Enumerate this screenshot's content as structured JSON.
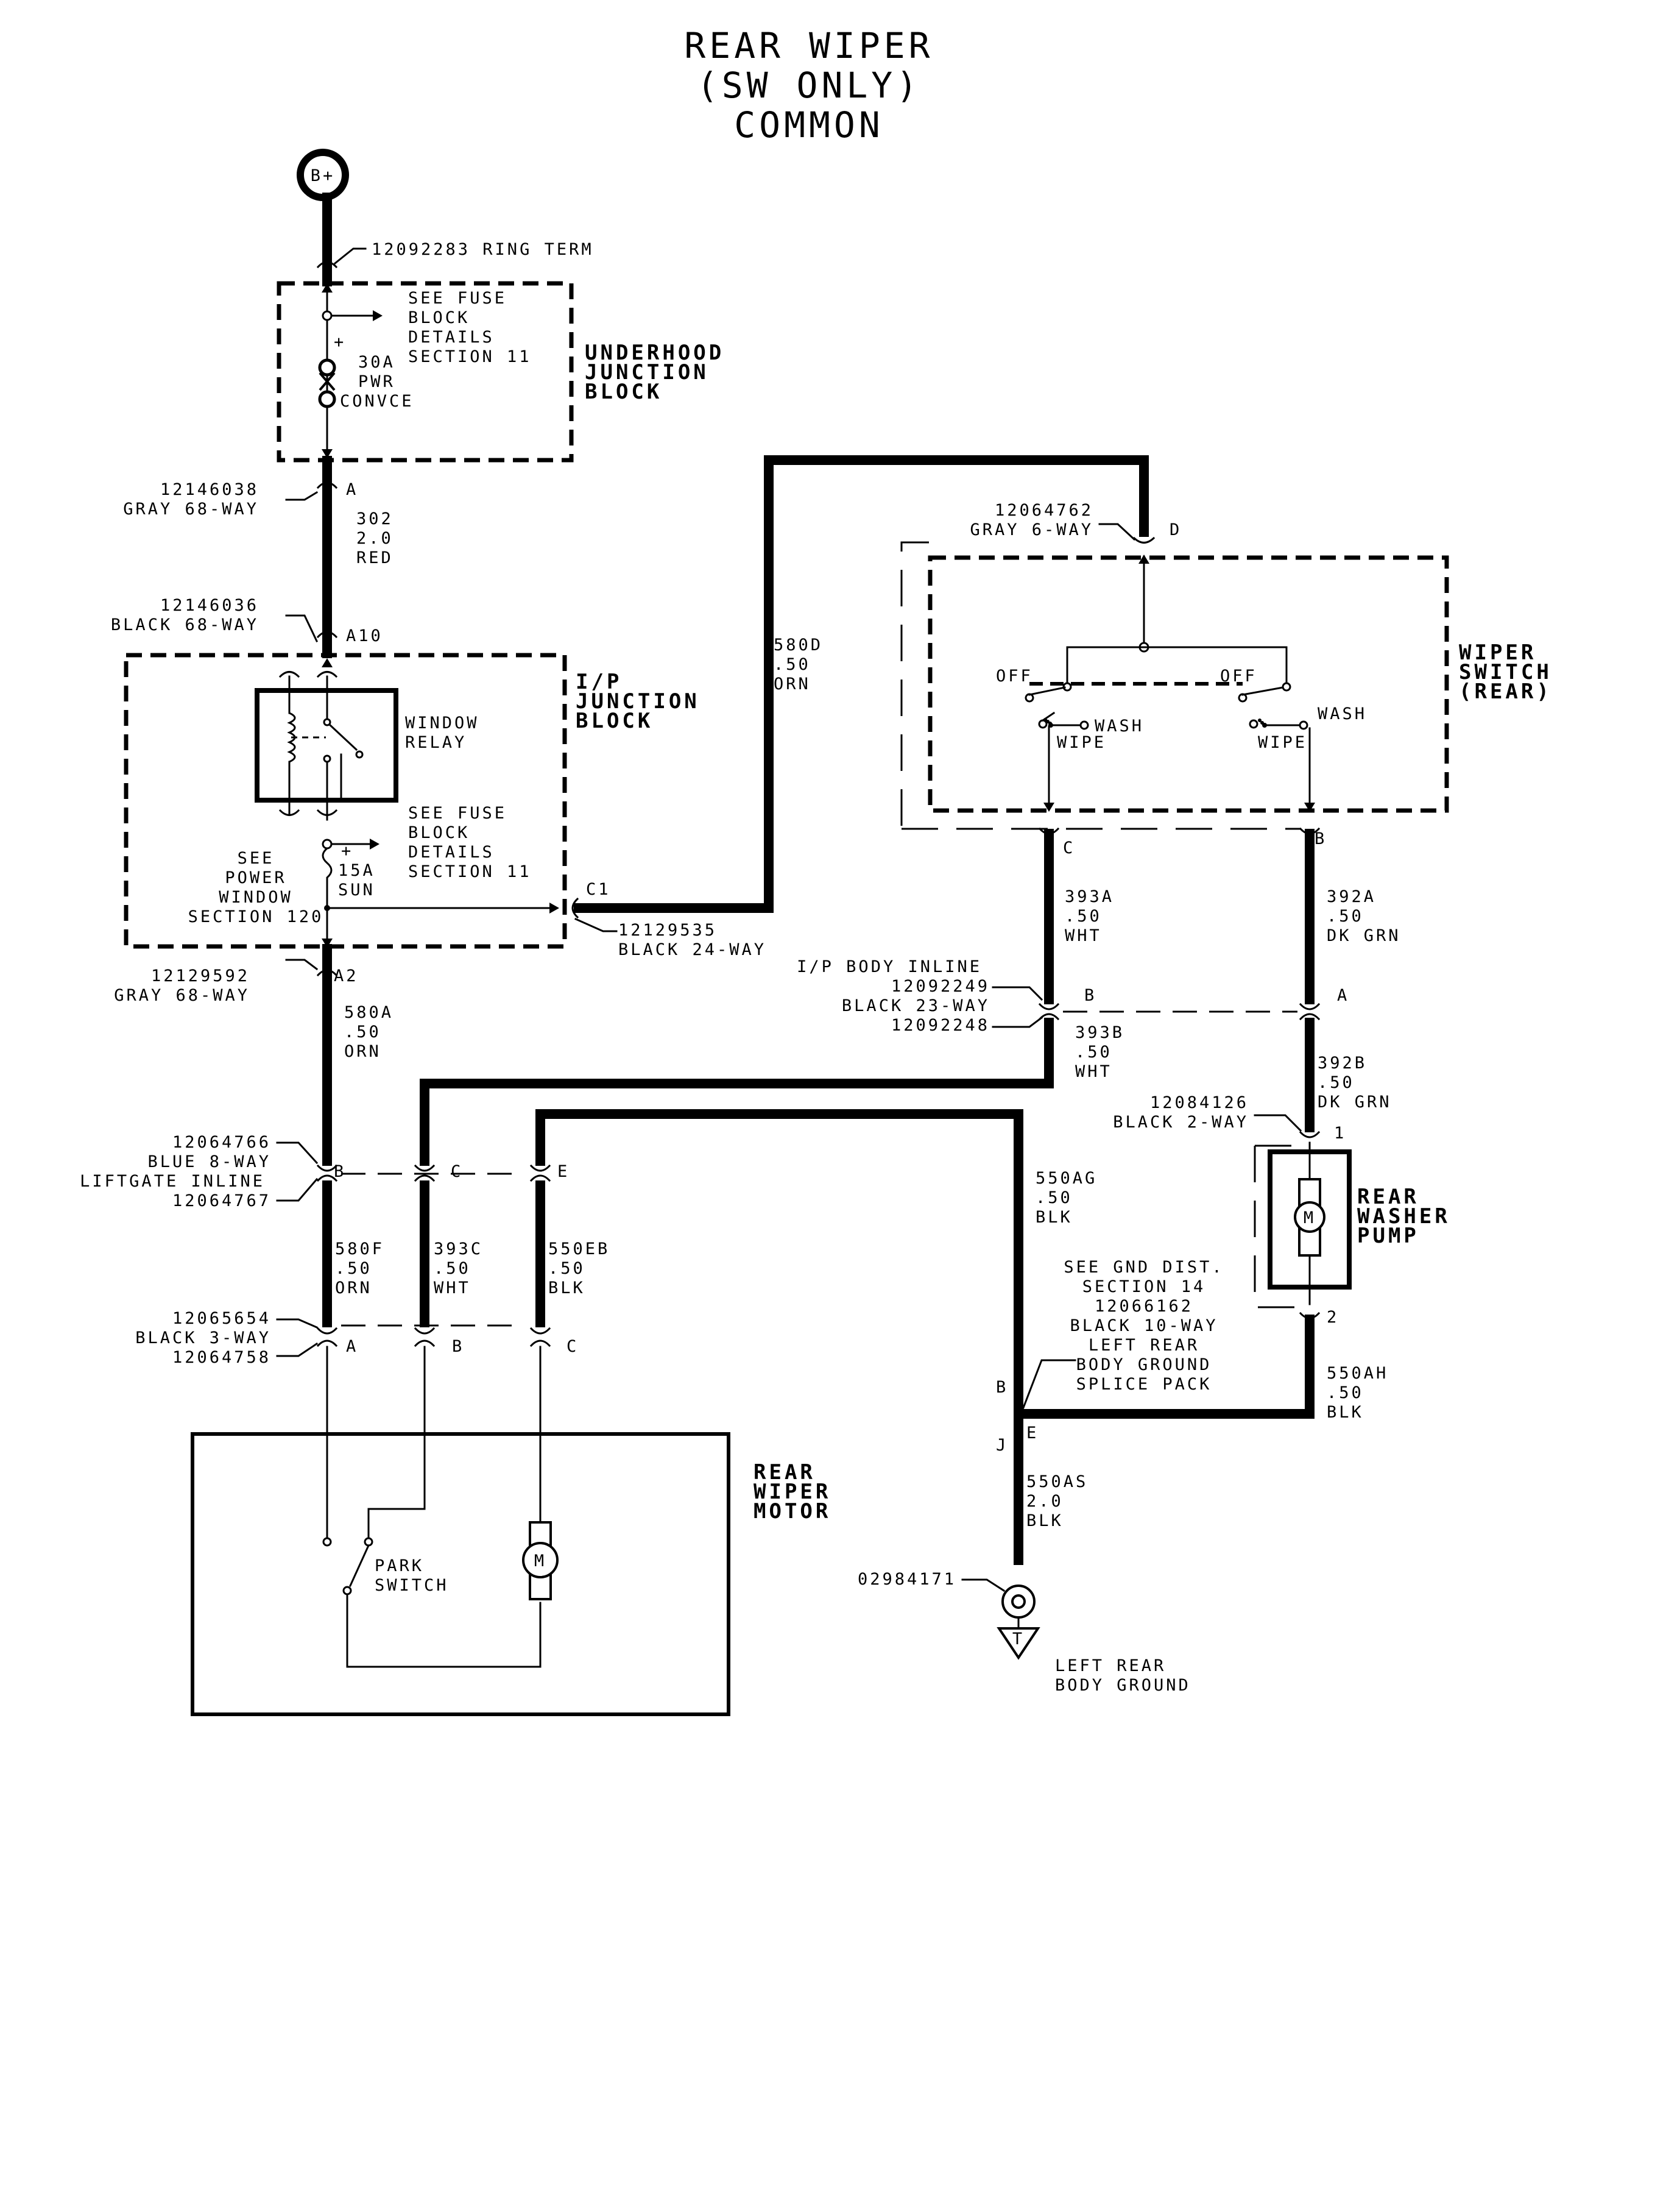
{
  "title": {
    "line1": "REAR WIPER",
    "line2": "(SW ONLY)",
    "line3": "COMMON"
  },
  "battery": {
    "label": "B+"
  },
  "ring_term": "12092283 RING TERM",
  "underhood_block": {
    "name": [
      "UNDERHOOD",
      "JUNCTION",
      "BLOCK"
    ],
    "see_fuse": [
      "SEE FUSE",
      "BLOCK",
      "DETAILS",
      "SECTION 11"
    ],
    "fuse": [
      "30A",
      "PWR",
      "CONVCE"
    ],
    "plus": "+"
  },
  "conn_a": {
    "part": "12146038",
    "desc": "GRAY 68-WAY",
    "pin": "A"
  },
  "wire_302": [
    "302",
    "2.0",
    "RED"
  ],
  "conn_a10": {
    "part": "12146036",
    "desc": "BLACK 68-WAY",
    "pin": "A10"
  },
  "ip_block": {
    "name": [
      "I/P",
      "JUNCTION",
      "BLOCK"
    ],
    "relay": [
      "WINDOW",
      "RELAY"
    ],
    "see_fuse": [
      "SEE FUSE",
      "BLOCK",
      "DETAILS",
      "SECTION 11"
    ],
    "fuse": [
      "15A",
      "SUN"
    ],
    "see_power": [
      "SEE",
      "POWER",
      "WINDOW",
      "SECTION 120"
    ],
    "plus": "+"
  },
  "conn_c1": {
    "pin": "C1",
    "part": "12129535",
    "desc": "BLACK 24-WAY"
  },
  "wire_580d": [
    "580D",
    ".50",
    "ORN"
  ],
  "conn_a2": {
    "part": "12129592",
    "desc": "GRAY 68-WAY",
    "pin": "A2"
  },
  "wire_580a": [
    "580A",
    ".50",
    "ORN"
  ],
  "switch_conn": {
    "part": "12064762",
    "desc": "GRAY 6-WAY",
    "pin_d": "D",
    "pin_c": "C",
    "pin_b": "B"
  },
  "wiper_switch": {
    "name": [
      "WIPER",
      "SWITCH",
      "(REAR)"
    ],
    "off_left": "OFF",
    "off_right": "OFF",
    "wash_left": "WASH",
    "wash_right": "WASH",
    "wipe_left": "WIPE",
    "wipe_right": "WIPE"
  },
  "wire_393a": [
    "393A",
    ".50",
    "WHT"
  ],
  "wire_392a": [
    "392A",
    ".50",
    "DK GRN"
  ],
  "ip_body_inline": {
    "lines": [
      "I/P BODY INLINE",
      "12092249",
      "BLACK 23-WAY",
      "12092248"
    ],
    "pin_b": "B",
    "pin_a": "A"
  },
  "wire_393b": [
    "393B",
    ".50",
    "WHT"
  ],
  "wire_392b": [
    "392B",
    ".50",
    "DK GRN"
  ],
  "pump_conn": {
    "part": "12084126",
    "desc": "BLACK 2-WAY",
    "pin1": "1",
    "pin2": "2"
  },
  "washer_pump": {
    "name": [
      "REAR",
      "WASHER",
      "PUMP"
    ],
    "motor": "M"
  },
  "liftgate_inline": {
    "lines": [
      "12064766",
      "BLUE 8-WAY",
      "LIFTGATE INLINE",
      "12064767"
    ],
    "pin_b": "B",
    "pin_c": "C",
    "pin_e": "E"
  },
  "wire_580f": [
    "580F",
    ".50",
    "ORN"
  ],
  "wire_393c": [
    "393C",
    ".50",
    "WHT"
  ],
  "wire_550eb": [
    "550EB",
    ".50",
    "BLK"
  ],
  "wire_550ag": [
    "550AG",
    ".50",
    "BLK"
  ],
  "motor_conn": {
    "lines": [
      "12065654",
      "BLACK 3-WAY",
      "12064758"
    ],
    "pin_a": "A",
    "pin_b": "B",
    "pin_c": "C"
  },
  "ground_splice": {
    "lines": [
      "SEE GND DIST.",
      "SECTION 14",
      "12066162",
      "BLACK 10-WAY",
      "LEFT REAR",
      "BODY GROUND",
      "SPLICE PACK"
    ],
    "pin_b": "B",
    "pin_e": "E",
    "pin_j": "J"
  },
  "wire_550ah": [
    "550AH",
    ".50",
    "BLK"
  ],
  "wire_550as": [
    "550AS",
    "2.0",
    "BLK"
  ],
  "ground": {
    "part": "02984171",
    "symbol": "T",
    "label": [
      "LEFT REAR",
      "BODY GROUND"
    ]
  },
  "rear_wiper_motor": {
    "name": [
      "REAR",
      "WIPER",
      "MOTOR"
    ],
    "park": [
      "PARK",
      "SWITCH"
    ],
    "motor": "M"
  }
}
